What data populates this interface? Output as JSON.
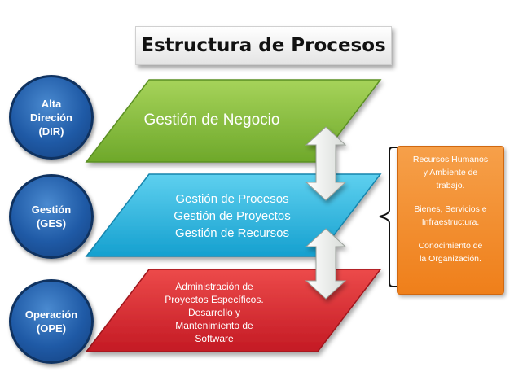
{
  "title": "Estructura de Procesos",
  "levels": [
    {
      "label": "Alta\nDireción\n(DIR)"
    },
    {
      "label": "Gestión\n(GES)"
    },
    {
      "label": "Operación\n(OPE)"
    }
  ],
  "bands": [
    {
      "text": "Gestión de Negocio",
      "color": "#7fb934"
    },
    {
      "text": "Gestión de Procesos\nGestión de Proyectos\nGestión de Recursos",
      "color": "#1fb4dc"
    },
    {
      "text": "Administración de\nProyectos Específicos.\nDesarrollo y\nMantenimiento de\nSoftware",
      "color": "#d9262e"
    }
  ],
  "resources": [
    "Recursos Humanos\ny Ambiente de\ntrabajo.",
    "Bienes, Servicios e\nInfraestructura.",
    "Conocimiento de\nla Organización."
  ]
}
